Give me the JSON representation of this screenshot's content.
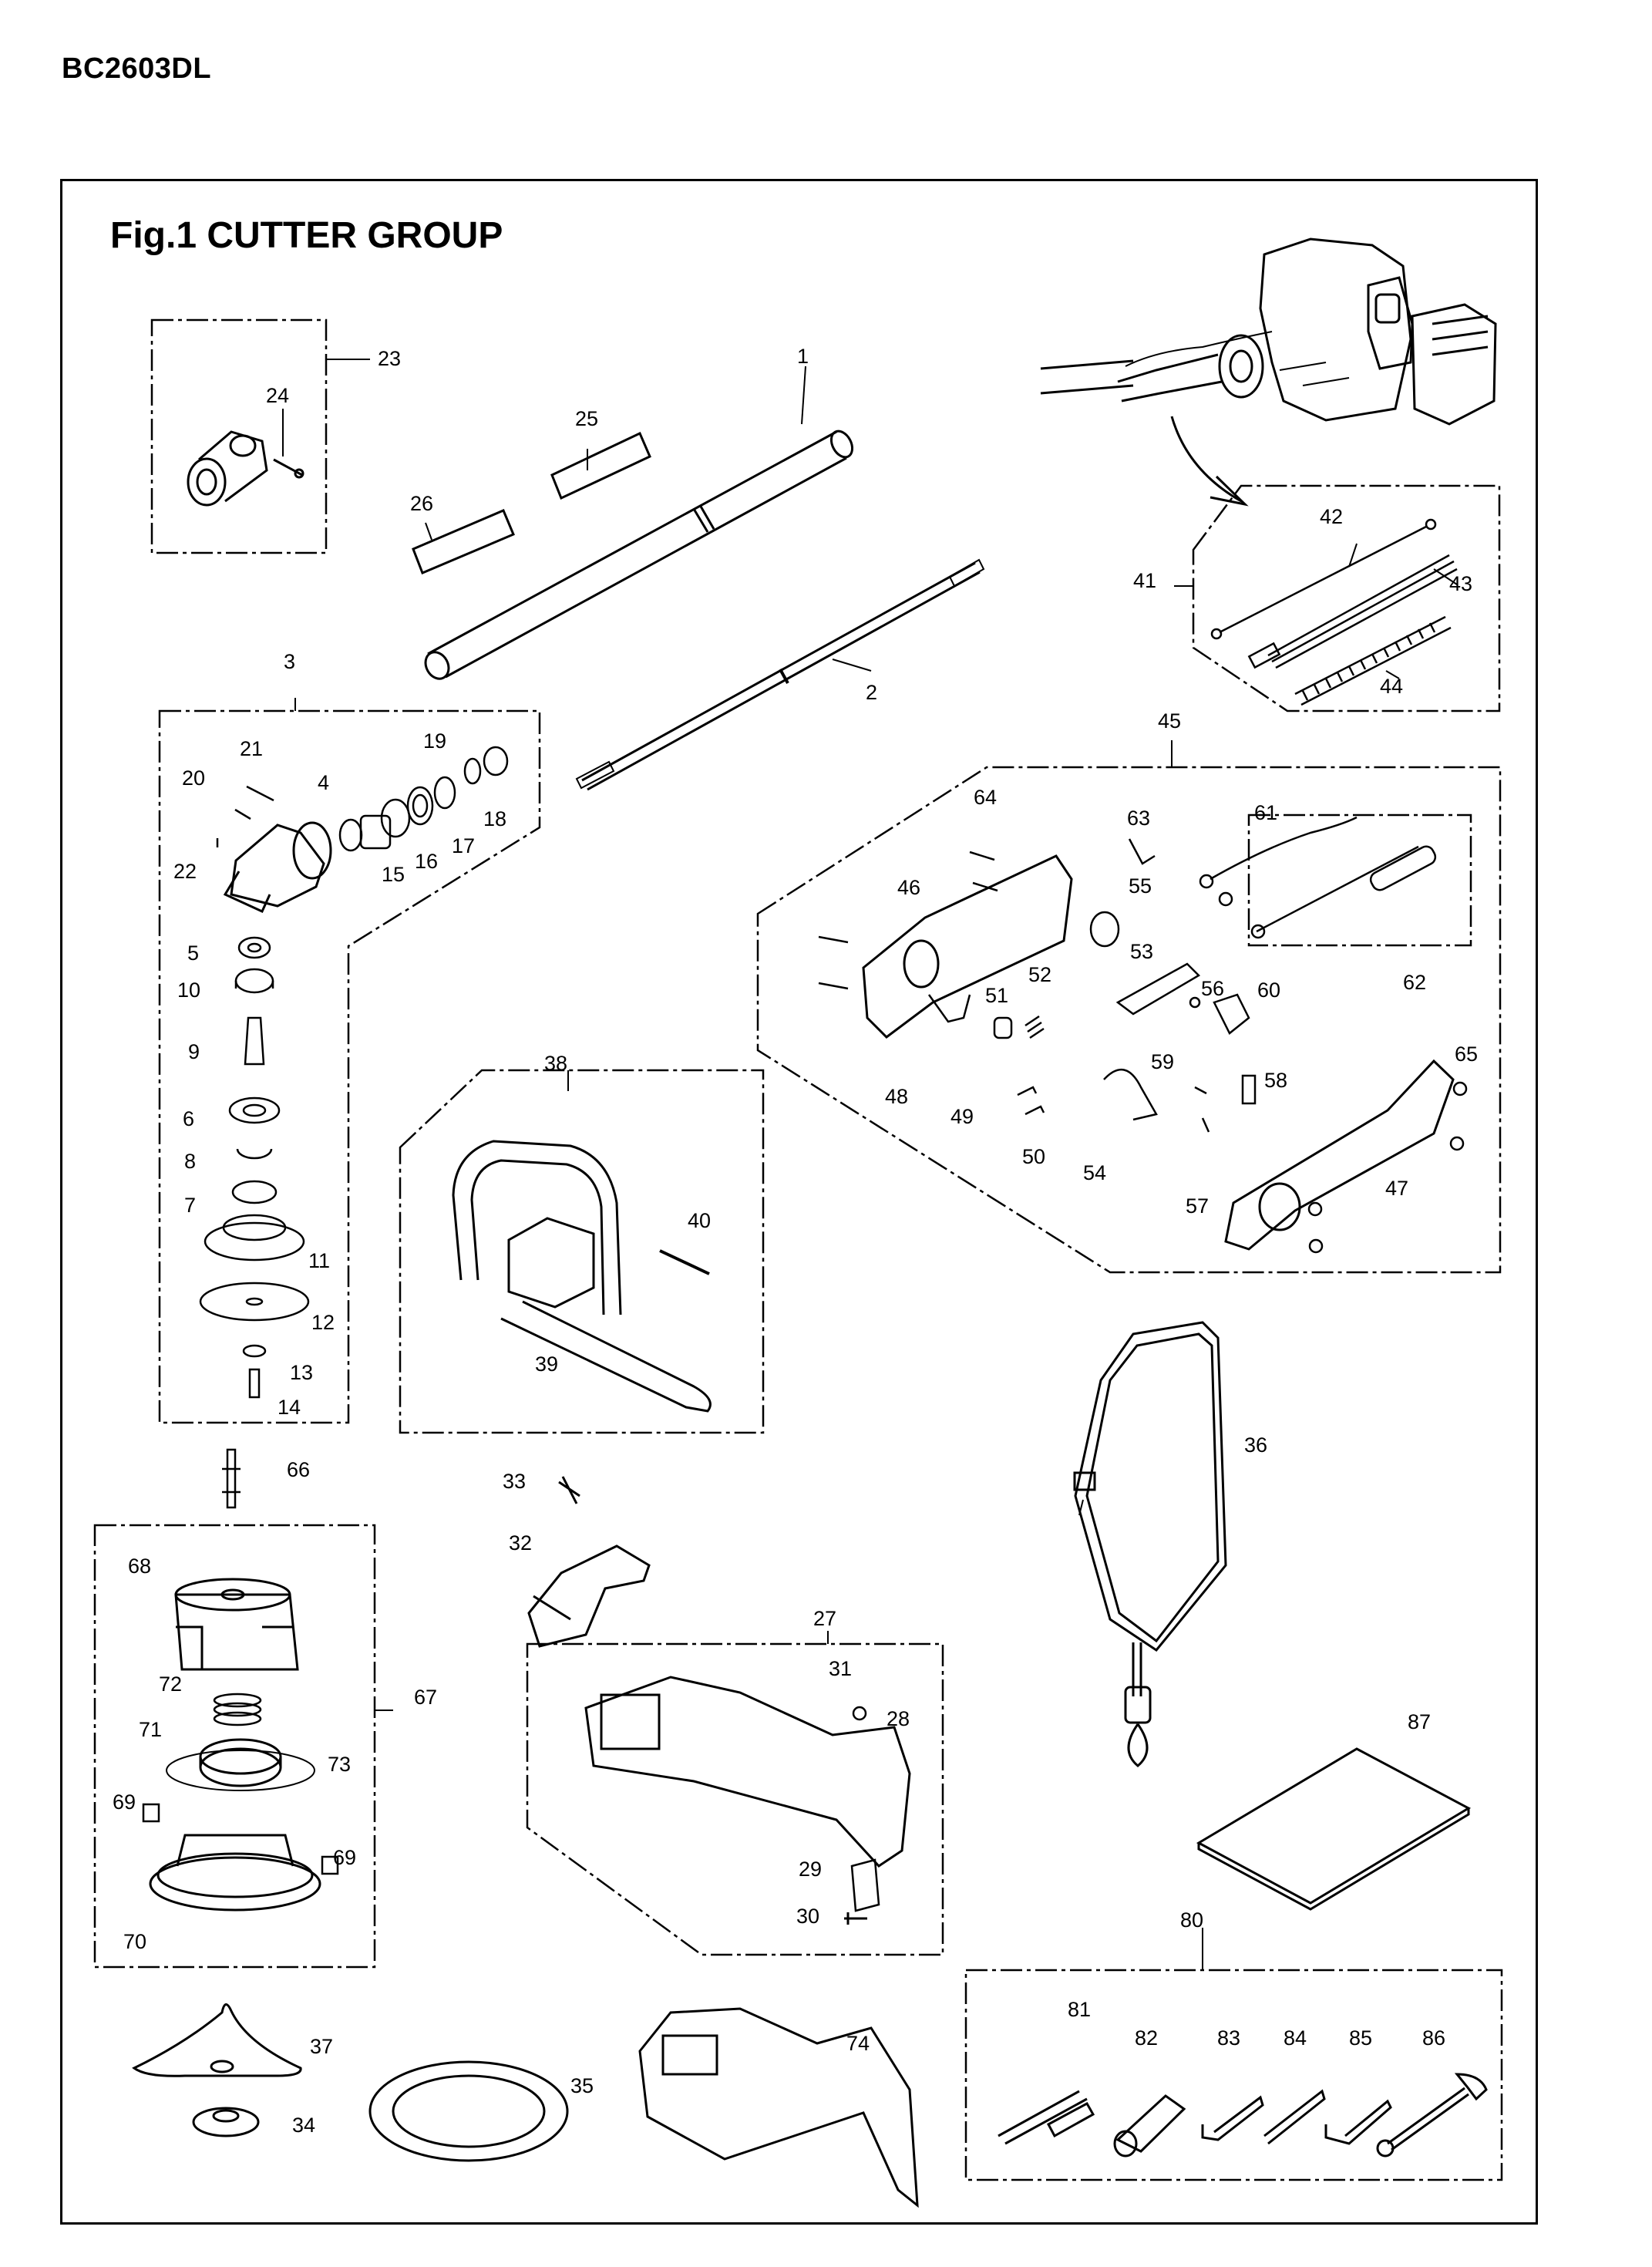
{
  "model": "BC2603DL",
  "figure_title": "Fig.1  CUTTER GROUP",
  "groups": [
    {
      "id": "g3",
      "label": "3",
      "leaders": [
        "4",
        "5",
        "6",
        "7",
        "8",
        "9",
        "10",
        "11",
        "12",
        "13",
        "14",
        "15",
        "16",
        "17",
        "18",
        "19",
        "20",
        "21",
        "22"
      ]
    },
    {
      "id": "g23",
      "label": "23",
      "leaders": [
        "24"
      ]
    },
    {
      "id": "g27",
      "label": "27",
      "leaders": [
        "28",
        "29",
        "30",
        "31"
      ]
    },
    {
      "id": "g38",
      "label": "38",
      "leaders": [
        "39",
        "40"
      ]
    },
    {
      "id": "g41",
      "label": "41",
      "leaders": [
        "42",
        "43",
        "44"
      ]
    },
    {
      "id": "g45",
      "label": "45",
      "leaders": [
        "46",
        "47",
        "48",
        "49",
        "50",
        "51",
        "52",
        "53",
        "54",
        "55",
        "56",
        "57",
        "58",
        "59",
        "60",
        "61",
        "62",
        "63",
        "64",
        "65"
      ]
    },
    {
      "id": "g62",
      "label": "62"
    },
    {
      "id": "g67",
      "label": "67",
      "leaders": [
        "68",
        "69",
        "70",
        "71",
        "72",
        "73"
      ]
    },
    {
      "id": "g80",
      "label": "80",
      "leaders": [
        "81",
        "82",
        "83",
        "84",
        "85",
        "86"
      ]
    }
  ],
  "parts": {
    "p1": "1",
    "p2": "2",
    "p3": "3",
    "p4": "4",
    "p5": "5",
    "p6": "6",
    "p7": "7",
    "p8": "8",
    "p9": "9",
    "p10": "10",
    "p11": "11",
    "p12": "12",
    "p13": "13",
    "p14": "14",
    "p15": "15",
    "p16": "16",
    "p17": "17",
    "p18": "18",
    "p19": "19",
    "p20": "20",
    "p21": "21",
    "p22": "22",
    "p23": "23",
    "p24": "24",
    "p25": "25",
    "p26": "26",
    "p27": "27",
    "p28": "28",
    "p29": "29",
    "p30": "30",
    "p31": "31",
    "p32": "32",
    "p33": "33",
    "p34": "34",
    "p35": "35",
    "p36": "36",
    "p37": "37",
    "p38": "38",
    "p39": "39",
    "p40": "40",
    "p41": "41",
    "p42": "42",
    "p43": "43",
    "p44": "44",
    "p45": "45",
    "p46": "46",
    "p47": "47",
    "p48": "48",
    "p49": "49",
    "p50": "50",
    "p51": "51",
    "p52": "52",
    "p53": "53",
    "p54": "54",
    "p55": "55",
    "p56": "56",
    "p57": "57",
    "p58": "58",
    "p59": "59",
    "p60": "60",
    "p61": "61",
    "p62": "62",
    "p63": "63",
    "p64": "64",
    "p65": "65",
    "p66": "66",
    "p67": "67",
    "p68": "68",
    "p69a": "69",
    "p69b": "69",
    "p70": "70",
    "p71": "71",
    "p72": "72",
    "p73": "73",
    "p74": "74",
    "p80": "80",
    "p81": "81",
    "p82": "82",
    "p83": "83",
    "p84": "84",
    "p85": "85",
    "p86": "86",
    "p87": "87"
  }
}
